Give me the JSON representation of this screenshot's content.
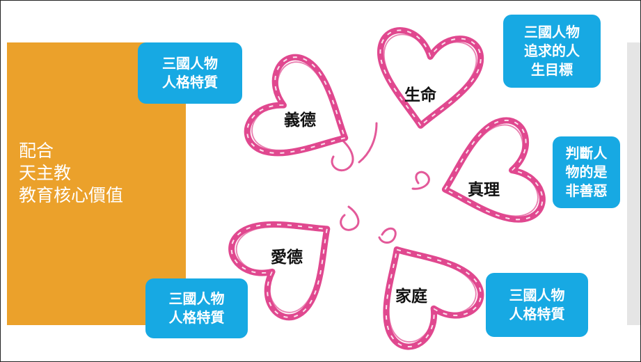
{
  "slide": {
    "left_panel": {
      "lines": [
        "配合",
        "天主教",
        "教育核心價值"
      ]
    },
    "values": [
      {
        "id": "yide",
        "label": "義德"
      },
      {
        "id": "shengming",
        "label": "生命"
      },
      {
        "id": "zhenli",
        "label": "真理"
      },
      {
        "id": "aide",
        "label": "愛德"
      },
      {
        "id": "jiating",
        "label": "家庭"
      }
    ],
    "callouts": [
      {
        "id": "top-left",
        "lines": [
          "三國人物",
          "人格特質"
        ]
      },
      {
        "id": "top-right",
        "lines": [
          "三國人物",
          "追求的人",
          "生目標"
        ]
      },
      {
        "id": "right",
        "lines": [
          "判斷人",
          "物的是",
          "非善惡"
        ]
      },
      {
        "id": "bottom-left",
        "lines": [
          "三國人物",
          "人格特質"
        ]
      },
      {
        "id": "bottom-right",
        "lines": [
          "三國人物",
          "人格特質"
        ]
      }
    ],
    "colors": {
      "orange_panel": "#eba12b",
      "callout_blue": "#17a9e3",
      "heart_pink": "#e0488f",
      "gray_panel": "#e5e5e5"
    }
  }
}
